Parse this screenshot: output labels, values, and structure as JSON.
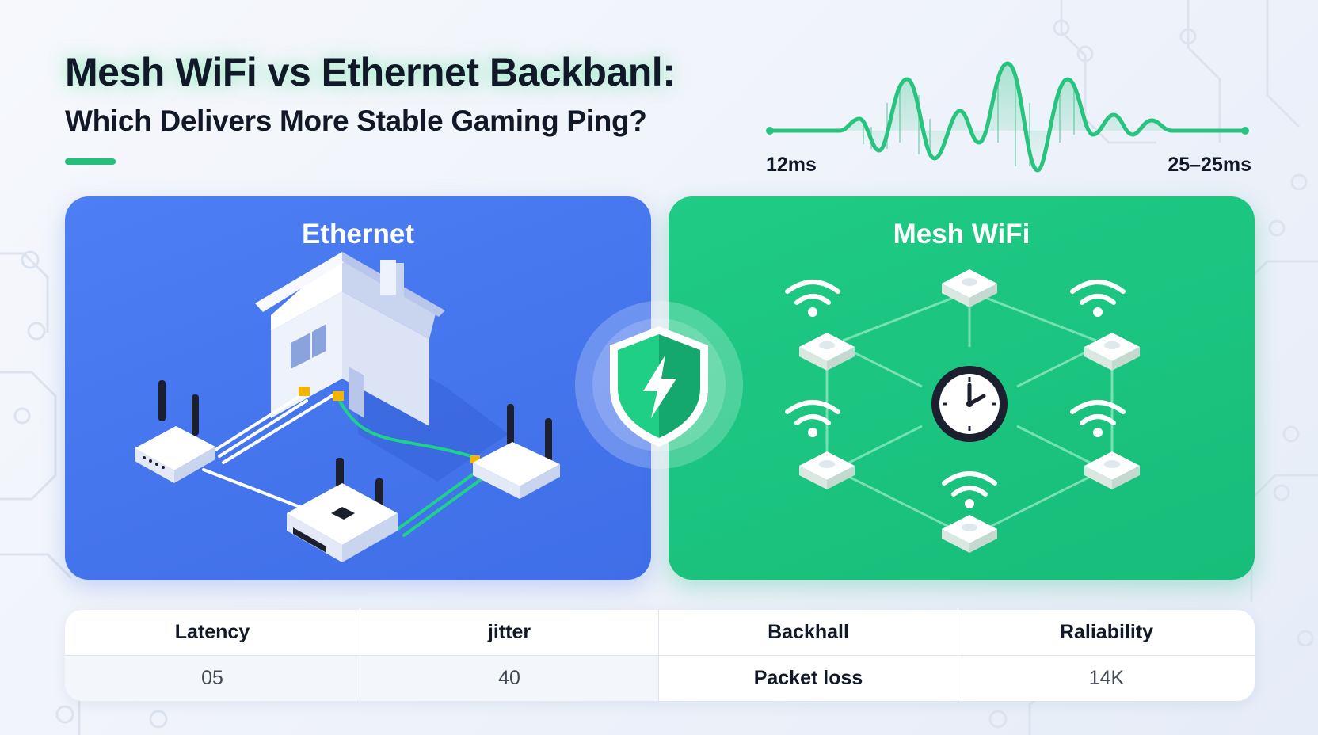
{
  "header": {
    "title_line1": "Mesh WiFi vs Ethernet Backbanl:",
    "title_line2": "Which Delivers More Stable Gaming Ping?"
  },
  "ping_wave": {
    "left_label": "12ms",
    "right_label": "25–25ms",
    "color": "#27c47f"
  },
  "panels": {
    "ethernet": {
      "title": "Ethernet",
      "color": "#4676f0"
    },
    "mesh": {
      "title": "Mesh WiFi",
      "color": "#1cc481"
    }
  },
  "center_badge": {
    "icon": "lightning-shield-icon",
    "color": "#1fc47f"
  },
  "metrics": {
    "headers": [
      "Latency",
      "jitter",
      "Backhall",
      "Raliability"
    ],
    "values": [
      "05",
      "40",
      "Packet loss",
      "14K"
    ]
  }
}
